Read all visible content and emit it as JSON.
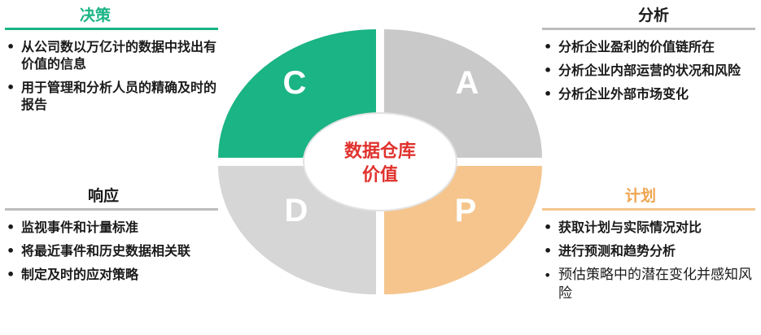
{
  "center": {
    "line1": "数据仓库",
    "line2": "价值"
  },
  "quadrants": {
    "c": {
      "letter": "C",
      "color": "#1bb484"
    },
    "a": {
      "letter": "A",
      "color": "#c9c9c9"
    },
    "p": {
      "letter": "P",
      "color": "#f5c58d"
    },
    "d": {
      "letter": "D",
      "color": "#d6d6d6"
    }
  },
  "panels": {
    "decision": {
      "title": "决策",
      "items": [
        "从公司数以万亿计的数据中找出有价值的信息",
        "用于管理和分析人员的精确及时的报告"
      ]
    },
    "analysis": {
      "title": "分析",
      "items": [
        "分析企业盈利的价值链所在",
        "分析企业内部运营的状况和风险",
        "分析企业外部市场变化"
      ]
    },
    "response": {
      "title": "响应",
      "items": [
        "监视事件和计量标准",
        "将最近事件和历史数据相关联",
        "制定及时的应对策略"
      ]
    },
    "plan": {
      "title": "计划",
      "items": [
        "获取计划与实际情况对比",
        "进行预测和趋势分析",
        "预估策略中的潜在变化并感知风险"
      ]
    }
  }
}
